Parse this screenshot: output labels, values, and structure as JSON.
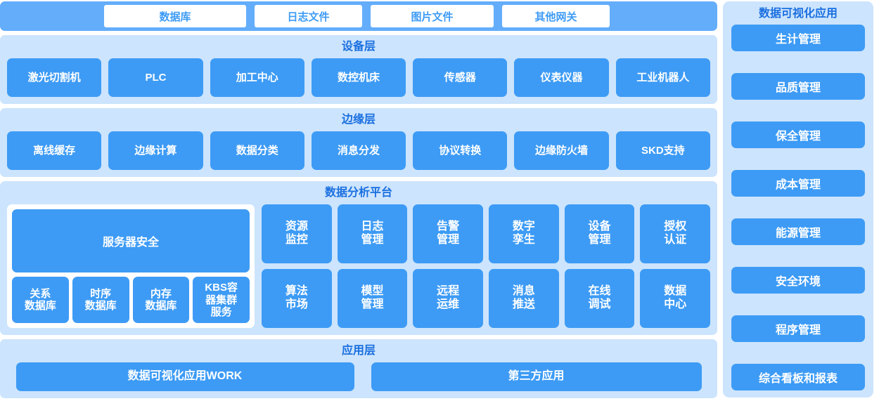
{
  "source_bar": {
    "items": [
      {
        "label": "数据库"
      },
      {
        "label": "日志文件"
      },
      {
        "label": "图片文件"
      },
      {
        "label": "其他网关"
      }
    ]
  },
  "device_layer": {
    "title": "设备层",
    "items": [
      {
        "label": "激光切割机"
      },
      {
        "label": "PLC"
      },
      {
        "label": "加工中心"
      },
      {
        "label": "数控机床"
      },
      {
        "label": "传感器"
      },
      {
        "label": "仪表仪器"
      },
      {
        "label": "工业机器人"
      }
    ]
  },
  "edge_layer": {
    "title": "边缘层",
    "items": [
      {
        "label": "离线缓存"
      },
      {
        "label": "边缘计算"
      },
      {
        "label": "数据分类"
      },
      {
        "label": "消息分发"
      },
      {
        "label": "协议转换"
      },
      {
        "label": "边缘防火墙"
      },
      {
        "label": "SKD支持"
      }
    ]
  },
  "platform_layer": {
    "title": "数据分析平台",
    "security": {
      "main_label": "服务器安全",
      "databases": [
        {
          "label": "关系\n数据库"
        },
        {
          "label": "时序\n数据库"
        },
        {
          "label": "内存\n数据库"
        },
        {
          "label": "KBS容\n器集群\n服务"
        }
      ]
    },
    "grid": {
      "row1": [
        {
          "label": "资源\n监控"
        },
        {
          "label": "日志\n管理"
        },
        {
          "label": "告警\n管理"
        },
        {
          "label": "数字\n孪生"
        },
        {
          "label": "设备\n管理"
        },
        {
          "label": "授权\n认证"
        }
      ],
      "row2": [
        {
          "label": "算法\n市场"
        },
        {
          "label": "模型\n管理"
        },
        {
          "label": "远程\n运维"
        },
        {
          "label": "消息\n推送"
        },
        {
          "label": "在线\n调试"
        },
        {
          "label": "数据\n中心"
        }
      ]
    }
  },
  "application_layer": {
    "title": "应用层",
    "items": [
      {
        "label": "数据可视化应用WORK"
      },
      {
        "label": "第三方应用"
      }
    ]
  },
  "sidebar": {
    "title": "数据可视化应用",
    "items": [
      {
        "label": "生计管理"
      },
      {
        "label": "品质管理"
      },
      {
        "label": "保全管理"
      },
      {
        "label": "成本管理"
      },
      {
        "label": "能源管理"
      },
      {
        "label": "安全环境"
      },
      {
        "label": "程序管理"
      },
      {
        "label": "综合看板和报表"
      }
    ]
  },
  "colors": {
    "tile_blue": "#3d9bf5",
    "panel_blue": "#cce4fd",
    "bar_blue": "#63adfb",
    "title_blue": "#1a6fe0",
    "white": "#ffffff"
  }
}
